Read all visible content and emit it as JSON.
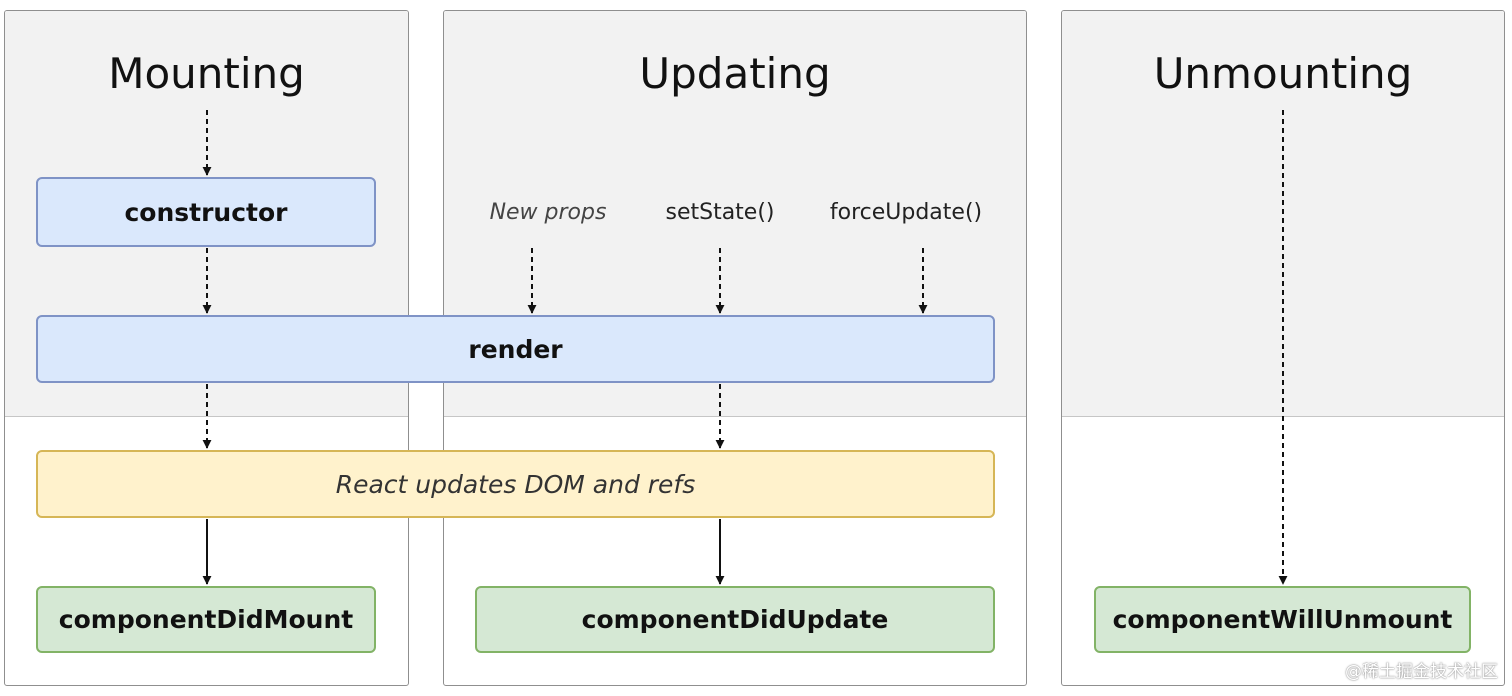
{
  "phases": {
    "mounting": {
      "title": "Mounting"
    },
    "updating": {
      "title": "Updating"
    },
    "unmounting": {
      "title": "Unmounting"
    }
  },
  "boxes": {
    "constructor": "constructor",
    "render": "render",
    "react_updates": "React updates DOM and refs",
    "did_mount": "componentDidMount",
    "did_update": "componentDidUpdate",
    "will_unmount": "componentWillUnmount"
  },
  "triggers": {
    "new_props": "New props",
    "set_state": "setState()",
    "force_update": "forceUpdate()"
  },
  "watermark": "@稀土掘金技术社区",
  "colors": {
    "blue_fill": "#dae8fc",
    "yellow_fill": "#fff2cc",
    "green_fill": "#d5e8d4",
    "panel_top": "#f2f2f2"
  }
}
